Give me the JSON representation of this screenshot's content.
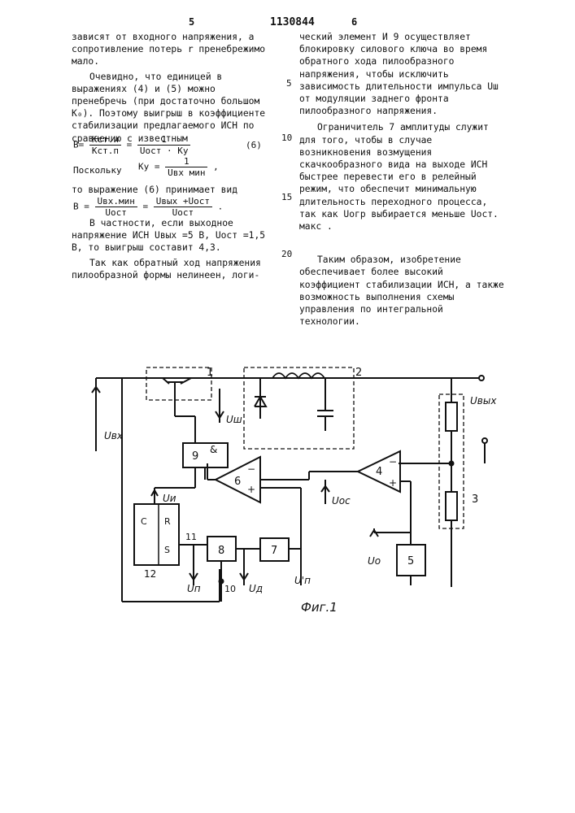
{
  "header": {
    "page_left": "5",
    "patent_number": "1130844",
    "page_right": "6"
  },
  "left_column": {
    "p1": "зависят от входного напряжения, а сопротивление потерь r пренебрежимо мало.",
    "p2": "Очевидно, что единицей в выражениях (4) и (5) можно пренебречь (при достаточно большом K₀). Поэтому выигрыш в коэффициенте стабилизации предлагаемого ИСН по сравнению с известным",
    "eq6": {
      "lhs": "B=",
      "num1": "Kст.и",
      "den1": "Kст.п",
      "eq": "=",
      "num2": "1",
      "den2": "Uост · Kу",
      "number": "(6)"
    },
    "since_label": "Поскольку",
    "ky": {
      "lhs": "Kу =",
      "num": "1",
      "den": "Uвх мин",
      "tail": ","
    },
    "p3": "то выражение (6) принимает вид",
    "eqB": {
      "lhs": "B =",
      "num1": "Uвх.мин",
      "den1": "Uост",
      "eq": "=",
      "num2": "Uвых +Uост",
      "den2": "Uост",
      "tail": "."
    },
    "p4": "В частности, если выходное напряжение ИСН Uвых =5 В, Uост =1,5 В, то выигрыш составит 4,3.",
    "p5": "Так как обратный ход напряжения пилообразной формы нелинеен, логи-"
  },
  "right_column": {
    "p1": "ческий элемент И 9 осуществляет блокировку силового ключа во время обратного хода пилообразного напряжения, чтобы исключить зависимость длительности импульса Uш от модуляции заднего фронта пилообразного напряжения.",
    "p2": "Ограничитель 7 амплитуды служит для того, чтобы в случае возникновения возмущения скачкообразного вида на выходе ИСН быстрее перевести его в релейный режим, что обеспечит минимальную длительность переходного процесса, так как Uогр выбирается меньше Uост. макс .",
    "p3": "Таким образом, изобретение обеспечивает более высокий коэффициент стабилизации ИСН, а также возможность выполнения схемы управления по интегральной технологии."
  },
  "line_numbers": [
    "5",
    "10",
    "15",
    "20"
  ],
  "figure": {
    "caption": "Фиг.1",
    "labels": {
      "n1": "1",
      "n2": "2",
      "n3": "3",
      "n4": "4",
      "n5": "5",
      "n6": "6",
      "n7": "7",
      "n8": "8",
      "n9": "9",
      "n10": "10",
      "n11": "11",
      "n12": "12",
      "and_sym": "&",
      "plus": "+",
      "minus": "−",
      "u_vx": "Uвх",
      "u_vyx": "Uвых",
      "u_sh": "Uш",
      "u_i": "Uи",
      "u_os": "Uос",
      "u_o": "Uо",
      "u_p": "Uп",
      "u_g": "Uд",
      "u_p2": "U'п",
      "c_label": "C",
      "r_label": "R",
      "s_label": "S"
    }
  }
}
